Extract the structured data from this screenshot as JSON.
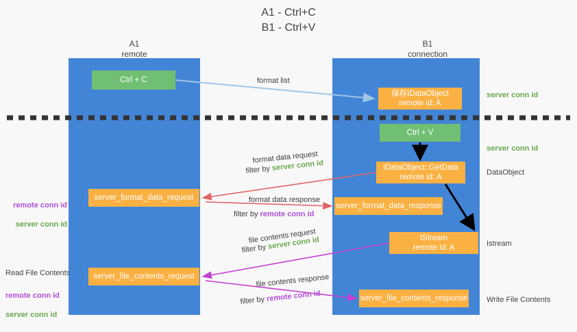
{
  "title": "A1 - Ctrl+C\nB1 - Ctrl+V",
  "columns": {
    "a1": {
      "name": "A1",
      "sub": "remote",
      "header": "A1\nremote"
    },
    "b1": {
      "name": "B1",
      "sub": "connection",
      "header": "B1\nconnection"
    }
  },
  "boxes": {
    "ctrl_c": "Ctrl + C",
    "save_idataobject": "保存IDataObject\nremote id: A",
    "ctrl_v": "Ctrl + V",
    "getdata": "IDataObject::GetData\nremote id: A",
    "server_format_data_request": "server_format_data_request",
    "server_format_data_response": "server_format_data_response",
    "istream": "IStream\nremote id: A",
    "server_file_contents_request": "server_file_contents_request",
    "server_file_contents_response": "server_file_contents_response"
  },
  "right_labels": {
    "server_conn_id_1": "server conn id",
    "server_conn_id_2": "server conn id",
    "dataobject": "DataObject",
    "istream": "Istream",
    "write_file_contents": "Write File Contents"
  },
  "left_labels": {
    "conn_ids_1": "remote conn id\nserver conn id",
    "read_file_contents": "Read File Contents",
    "conn_ids_2": "remote conn id\nserver conn id"
  },
  "captions": {
    "format_list": "format list",
    "format_data_request": "format data request",
    "format_data_request_filter_prefix": "filter by ",
    "format_data_request_filter_value": "server conn id",
    "format_data_response": "format data response",
    "format_data_response_filter_prefix": "filter by ",
    "format_data_response_filter_value": "remote conn id",
    "file_contents_request": "file contents request",
    "file_contents_request_filter_prefix": "filter by ",
    "file_contents_request_filter_value": "server conn id",
    "file_contents_response": "file contents response",
    "file_contents_response_filter_prefix": "filter by ",
    "file_contents_response_filter_value": "remote conn id"
  },
  "colors": {
    "lane": "#4285d6",
    "green_box": "#70bf73",
    "orange_box": "#fbb042",
    "green_text": "#6aa84f",
    "purple_text": "#b14fd8",
    "red_arrow": "#e06666",
    "magenta_arrow": "#c33fd0",
    "light_blue_arrow": "#9fc5e8",
    "black_arrow": "#000000",
    "background": "#f8f8f8"
  },
  "divider": {
    "name": "dashed-divider",
    "style": "dashed",
    "color": "#333333"
  }
}
